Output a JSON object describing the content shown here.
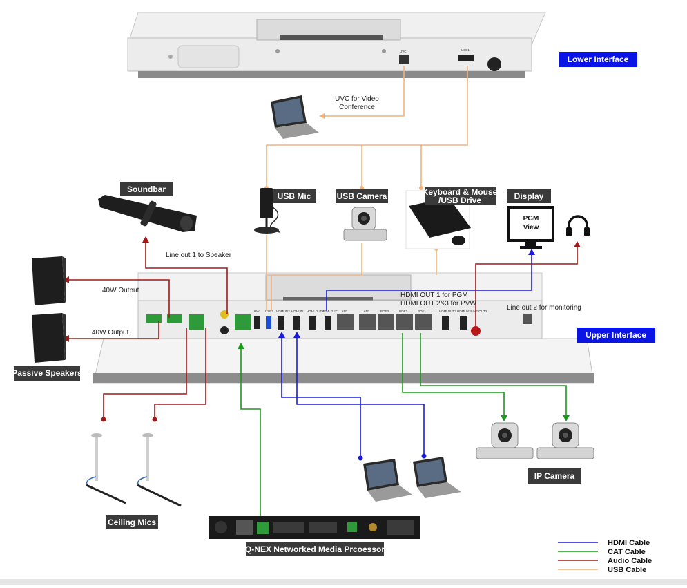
{
  "colors": {
    "hdmi": "#1a1adf",
    "cat": "#1a9a1a",
    "audio": "#a01818",
    "usb": "#f4b27a",
    "blue_badge": "#0a14e6",
    "dark_badge": "#3a3a3a"
  },
  "interfaces": {
    "lower": "Lower Interface",
    "upper": "Upper Interface"
  },
  "devices": {
    "soundbar": "Soundbar",
    "usb_mic": "USB Mic",
    "usb_camera": "USB Camera",
    "keyboard_line1": "Keyboard & Mouse",
    "keyboard_line2": "/USB Drive",
    "display": "Display",
    "pgm_line1": "PGM",
    "pgm_line2": "View",
    "passive_speakers": "Passive Speakers",
    "ceiling_mics": "Ceiling Mics",
    "ip_camera": "IP Camera",
    "qnex": "Q-NEX Networked Media Prcoessor"
  },
  "annotations": {
    "uvc_line1": "UVC for Video",
    "uvc_line2": "Conference",
    "line_out_1": "Line out 1 to Speaker",
    "output_top": "40W Output",
    "output_bottom": "40W Output",
    "hdmi_out_1": "HDMI OUT 1 for PGM",
    "hdmi_out_23": "HDMI OUT 2&3 for PVW",
    "line_out_2": "Line out 2 for monitoring"
  },
  "lower_ports": {
    "uvc": "UVC",
    "usb1": "USB1"
  },
  "upper_ports": [
    "HW",
    "USB2",
    "HDMI IN2",
    "HDMI IN1",
    "HDMI OUT2",
    "HDMI OUT1",
    "LAN2",
    "LAN1",
    "POE3",
    "POE2",
    "POE1",
    "HDMI OUT3",
    "HDMI IN3",
    "LINE OUT2"
  ],
  "legend": [
    {
      "label": "HDMI Cable",
      "color": "#1a1adf"
    },
    {
      "label": "CAT Cable",
      "color": "#1a9a1a"
    },
    {
      "label": "Audio Cable",
      "color": "#a01818"
    },
    {
      "label": "USB Cable",
      "color": "#f4b27a"
    }
  ]
}
